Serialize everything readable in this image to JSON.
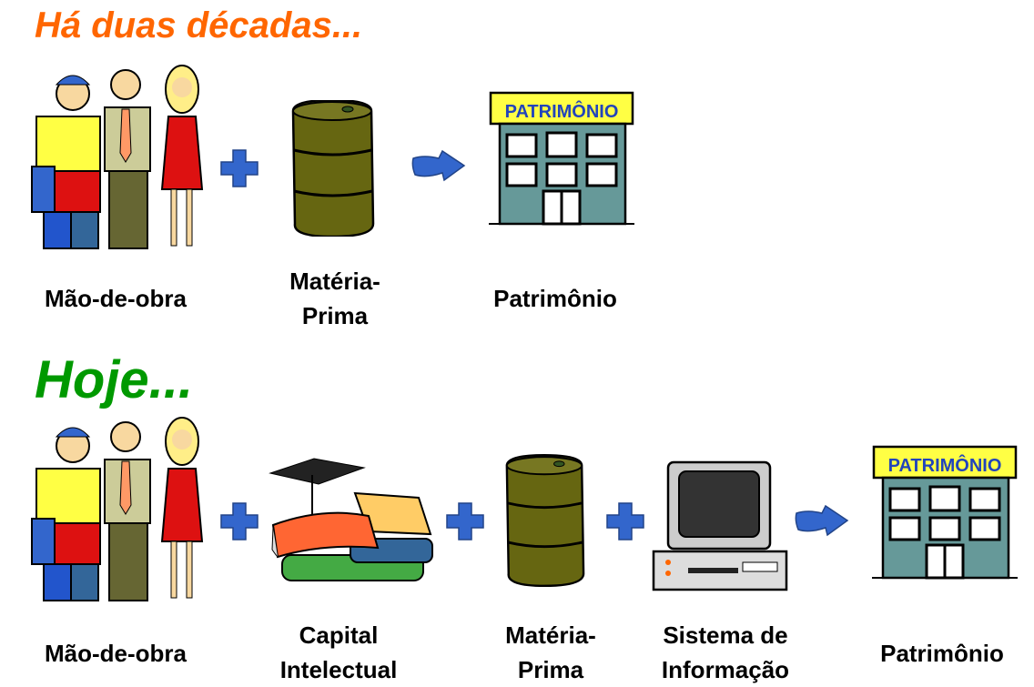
{
  "past": {
    "title": "Há duas décadas...",
    "labels": {
      "labor": "Mão-de-obra",
      "raw_material_1": "Matéria-",
      "raw_material_2": "Prima",
      "assets": "Patrimônio"
    }
  },
  "today": {
    "title": "Hoje...",
    "labels": {
      "labor": "Mão-de-obra",
      "capital_1": "Capital",
      "capital_2": "Intelectual",
      "raw_material_1": "Matéria-",
      "raw_material_2": "Prima",
      "info_1": "Sistema de",
      "info_2": "Informação",
      "assets": "Patrimônio"
    }
  },
  "building_sign": "PATRIMÔNIO",
  "colors": {
    "past_title": "#ff6600",
    "today_title": "#009900",
    "operator": "#3366cc"
  }
}
